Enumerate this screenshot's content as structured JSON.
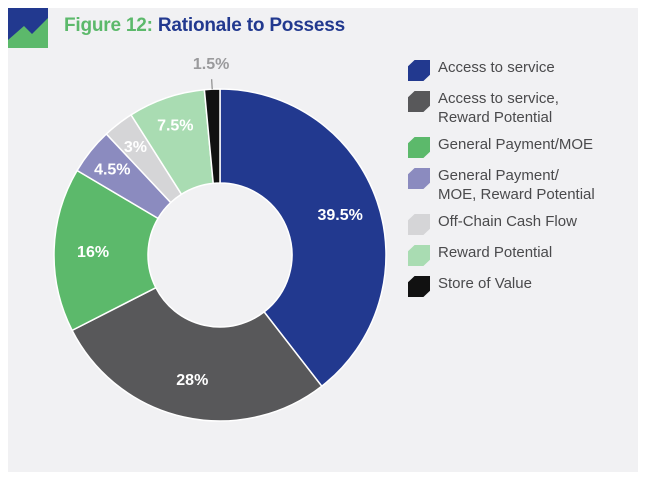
{
  "title_prefix": "Figure 12:",
  "title_main": "Rationale to Possess",
  "chart_data": {
    "type": "pie",
    "variant": "donut",
    "title": "Figure 12: Rationale to Possess",
    "categories": [
      "Access to service",
      "Access to service,\nReward Potential",
      "General Payment/MOE",
      "General Payment/\nMOE, Reward Potential",
      "Off-Chain Cash Flow",
      "Reward Potential",
      "Store of Value"
    ],
    "values": [
      39.5,
      28,
      16,
      4.5,
      3,
      7.5,
      1.5
    ],
    "labels": [
      "39.5%",
      "28%",
      "16%",
      "4.5%",
      "3%",
      "7.5%",
      "1.5%"
    ],
    "colors": [
      "#22398f",
      "#58585a",
      "#5cb96b",
      "#8b8bbf",
      "#d5d5d7",
      "#a9dcb2",
      "#111111"
    ],
    "legend_position": "right"
  }
}
